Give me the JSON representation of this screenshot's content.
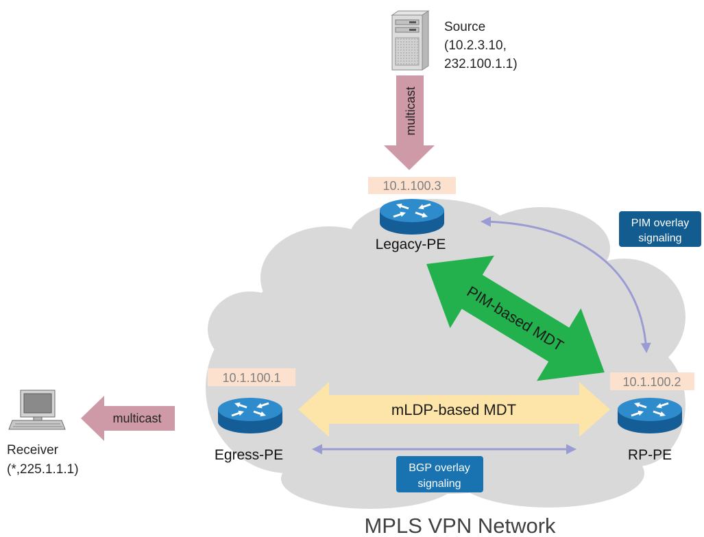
{
  "title": "MPLS VPN Network",
  "source": {
    "label": "Source",
    "address_line1": "(10.2.3.10,",
    "address_line2": "232.100.1.1)",
    "icon": "server-icon"
  },
  "receiver": {
    "label": "Receiver",
    "group": "(*,225.1.1.1)",
    "icon": "computer-icon"
  },
  "nodes": {
    "legacy_pe": {
      "name": "Legacy-PE",
      "ip": "10.1.100.3",
      "icon": "router-icon"
    },
    "egress_pe": {
      "name": "Egress-PE",
      "ip": "10.1.100.1",
      "icon": "router-icon"
    },
    "rp_pe": {
      "name": "RP-PE",
      "ip": "10.1.100.2",
      "icon": "router-icon"
    }
  },
  "arrows": {
    "source_multicast": "multicast",
    "receiver_multicast": "multicast",
    "pim_mdt": "PIM-based MDT",
    "mldp_mdt": "mLDP-based MDT"
  },
  "badges": {
    "pim_overlay": [
      "PIM overlay",
      "signaling"
    ],
    "bgp_overlay": [
      "BGP overlay",
      "signaling"
    ]
  },
  "colors": {
    "cloud": "#d9d9d9",
    "multicast_arrow": "#cf9aa8",
    "mldp_arrow": "#fde4a9",
    "pim_arrow": "#22b14c",
    "overlay_arrow": "#9b9bd3",
    "pim_badge": "#125c8f",
    "bgp_badge": "#1a73b1",
    "ip_label": "#fbe1ce",
    "router": "#2f8ccc"
  }
}
